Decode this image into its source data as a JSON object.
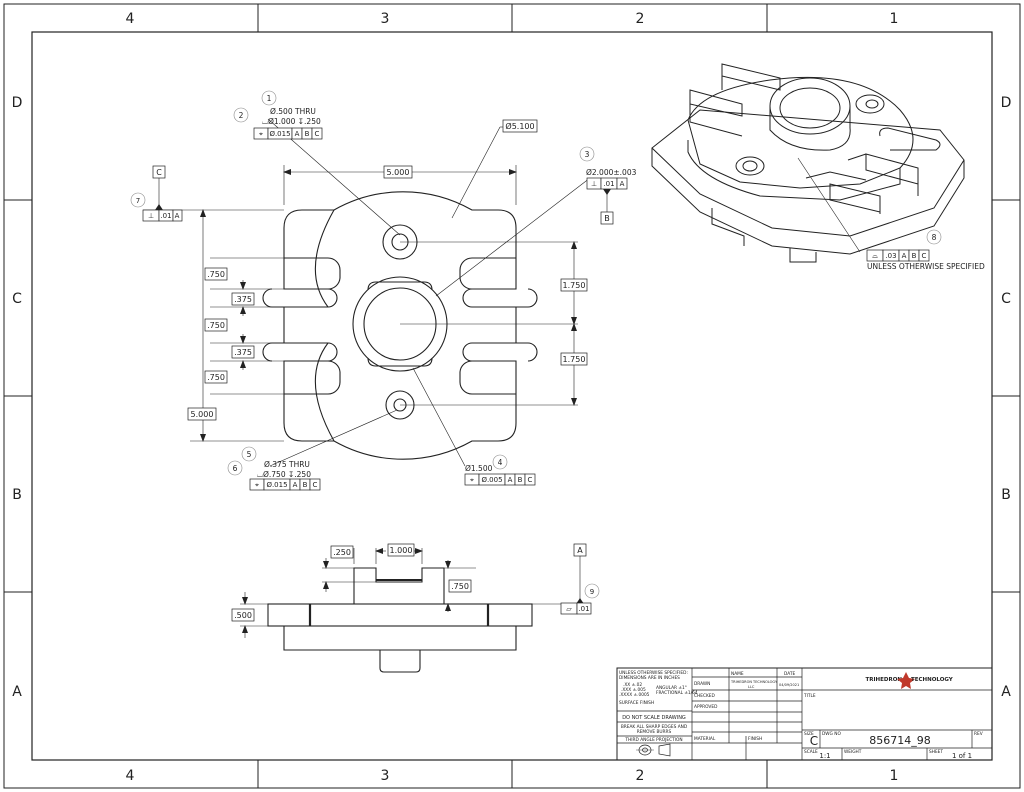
{
  "sheet": {
    "columns": [
      "4",
      "3",
      "2",
      "1"
    ],
    "rows": [
      "D",
      "C",
      "B",
      "A"
    ]
  },
  "top_view": {
    "overall_width": "5.000",
    "overall_height": "5.000",
    "outer_dia": "Ø5.100",
    "slot_width_1": ".750",
    "slot_width_2": ".750",
    "slot_width_3": ".750",
    "web_1": ".375",
    "web_2": ".375",
    "hole_spacing_1": "1.750",
    "hole_spacing_2": "1.750",
    "datum_c": "C",
    "datum_b": "B"
  },
  "callouts": {
    "c1": {
      "num": "1",
      "line1": "Ø.500 THRU"
    },
    "c2": {
      "num": "2",
      "cbore": "⌴Ø1.000 ↧.250",
      "fcf": [
        "⌖",
        "Ø.015",
        "A",
        "B",
        "C"
      ]
    },
    "c3": {
      "num": "3",
      "dim": "Ø2.000±.003",
      "fcf": [
        "⊥",
        ".01",
        "A"
      ]
    },
    "c4": {
      "num": "4",
      "dim": "Ø1.500",
      "fcf": [
        "⌖",
        "Ø.005",
        "A",
        "B",
        "C"
      ]
    },
    "c5": {
      "num": "5",
      "line1": "Ø.375 THRU"
    },
    "c6": {
      "num": "6",
      "cbore": "⌴Ø.750 ↧.250",
      "fcf": [
        "⌖",
        "Ø.015",
        "A",
        "B",
        "C"
      ]
    },
    "c7": {
      "num": "7",
      "fcf": [
        "⊥",
        ".01",
        "A"
      ]
    },
    "c8": {
      "num": "8",
      "fcf": [
        "⌓",
        ".03",
        "A",
        "B",
        "C"
      ],
      "note": "UNLESS OTHERWISE SPECIFIED"
    },
    "c9": {
      "num": "9",
      "fcf": [
        "▱",
        ".01"
      ]
    }
  },
  "side_view": {
    "step": ".250",
    "boss_width": "1.000",
    "boss_height": ".750",
    "base_thickness": ".500",
    "datum_a": "A"
  },
  "title_block": {
    "tol_note_1": "UNLESS OTHERWISE SPECIFIED:",
    "tol_note_2": "DIMENSIONS ARE IN INCHES",
    "tol_xx": ".XX ±.02",
    "tol_xxx": ".XXX ±.005",
    "tol_xxxx": ".XXXX ±.0005",
    "tol_angular": "ANGULAR ±1°",
    "tol_fractional": "FRACTIONAL ±1/64",
    "surface_finish": "SURFACE FINISH",
    "no_scale": "DO NOT SCALE DRAWING",
    "break_edges_1": "BREAK ALL SHARP EDGES AND",
    "break_edges_2": "REMOVE BURRS",
    "projection": "THIRD ANGLE PROJECTION",
    "material": "MATERIAL",
    "finish": "FINISH",
    "name_header": "NAME",
    "date_header": "DATE",
    "drawn": "DRAWN",
    "drawn_name_1": "TRIHEDRON TECHNOLOGY",
    "drawn_name_2": "LLC",
    "drawn_date": "04/09/2021",
    "checked": "CHECKED",
    "approved": "APPROVED",
    "company_left": "TRIHEDRON",
    "company_right": "TECHNOLOGY",
    "title_label": "TITLE",
    "size_label": "SIZE",
    "size": "C",
    "dwg_no_label": "DWG NO",
    "dwg_no": "856714_98",
    "rev_label": "REV",
    "scale_label": "SCALE",
    "scale": "1:1",
    "weight_label": "WEIGHT",
    "sheet_label": "SHEET",
    "sheet": "1 of 1"
  },
  "colors": {
    "line": "#222222",
    "logo": "#c0392b",
    "paper": "#ffffff"
  }
}
